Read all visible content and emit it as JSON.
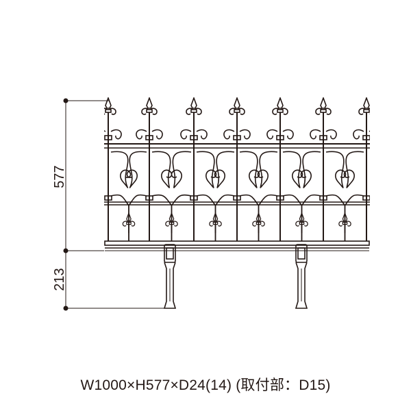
{
  "dimensions": {
    "height_label": "577",
    "leg_label": "213"
  },
  "caption": "W1000×H577×D24(14) (取付部：D15)",
  "colors": {
    "ink": "#231815",
    "background": "#ffffff"
  }
}
